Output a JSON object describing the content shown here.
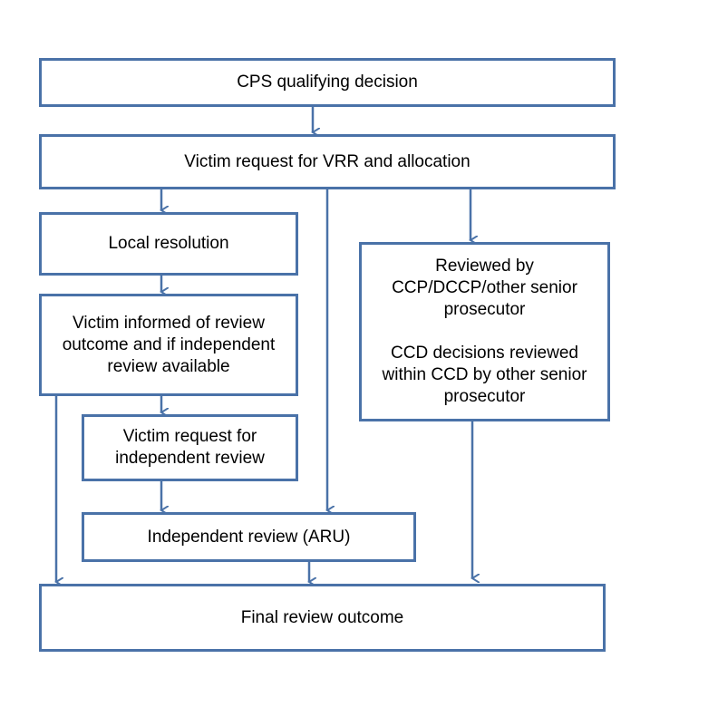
{
  "boxes": {
    "qualifying": "CPS qualifying decision",
    "request": "Victim request for VRR and allocation",
    "local": "Local resolution",
    "informed": "Victim informed of review outcome and if independent review available",
    "indep_request": "Victim request for independent review",
    "aru": "Independent review (ARU)",
    "senior_1": "Reviewed by CCP/DCCP/other senior prosecutor",
    "senior_2": "CCD decisions reviewed within CCD by other senior prosecutor",
    "final": "Final review outcome"
  },
  "colors": {
    "line": "#4a72a8",
    "text": "#000000"
  }
}
